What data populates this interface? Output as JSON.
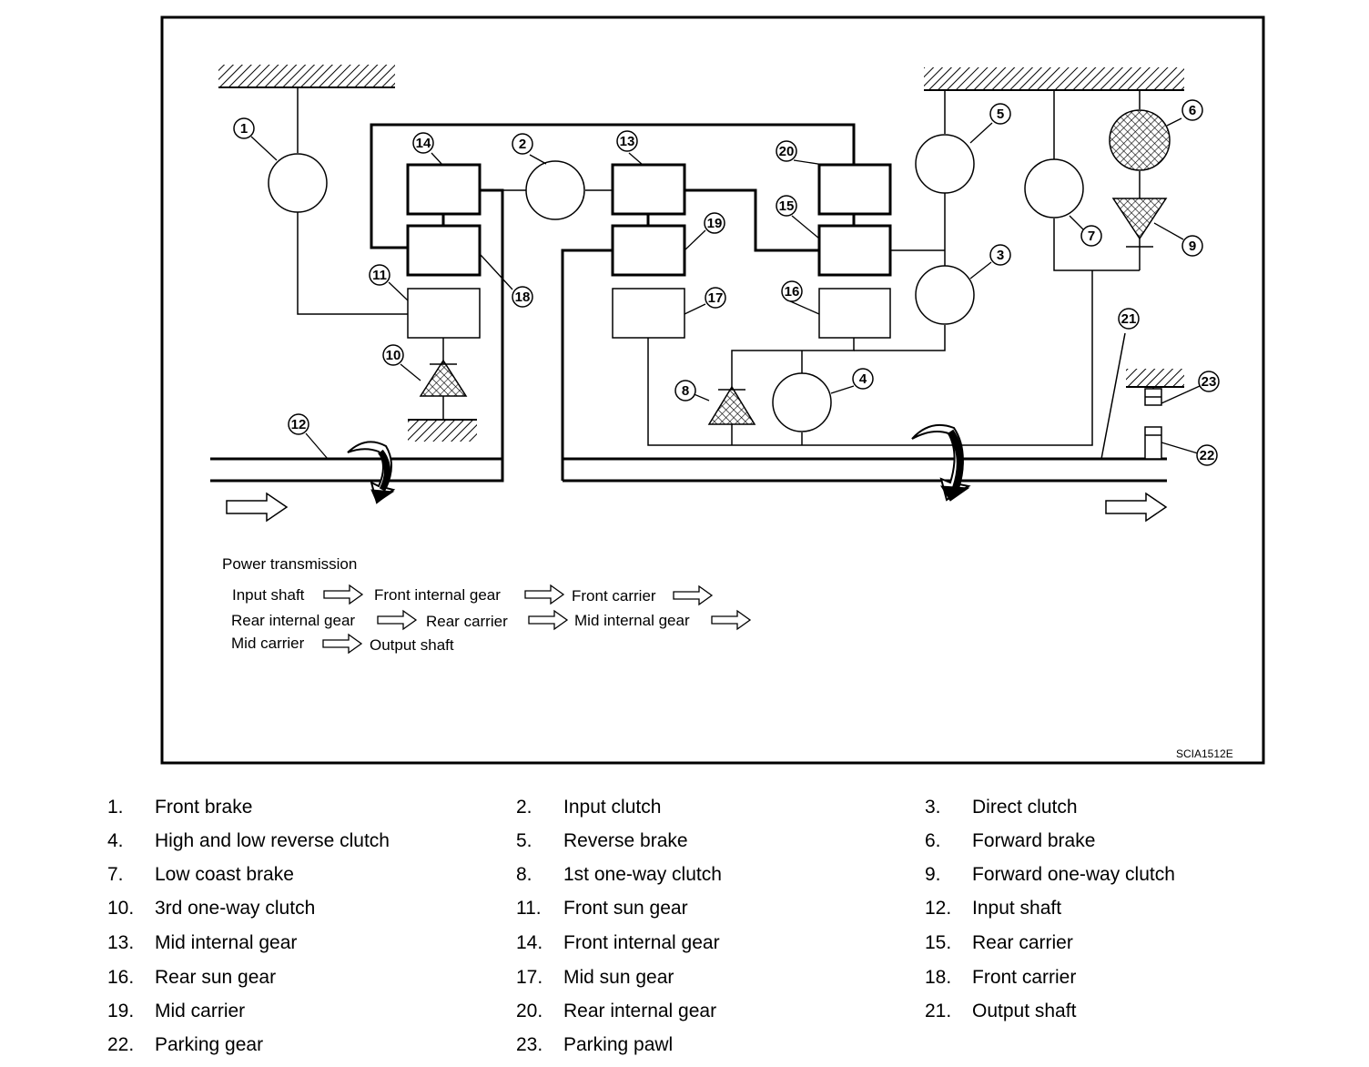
{
  "diagram": {
    "callouts": [
      "1",
      "2",
      "3",
      "4",
      "5",
      "6",
      "7",
      "8",
      "9",
      "10",
      "11",
      "12",
      "13",
      "14",
      "15",
      "16",
      "17",
      "18",
      "19",
      "20",
      "21",
      "22",
      "23"
    ],
    "figure_code": "SCIA1512E",
    "power": {
      "title": "Power transmission",
      "row1": [
        "Input shaft",
        "Front internal gear",
        "Front carrier"
      ],
      "row2": [
        "Rear internal gear",
        "Rear carrier",
        "Mid internal gear"
      ],
      "row3": [
        "Mid carrier",
        "Output shaft"
      ]
    }
  },
  "legend": [
    {
      "num": "1.",
      "text": "Front brake"
    },
    {
      "num": "2.",
      "text": "Input clutch"
    },
    {
      "num": "3.",
      "text": "Direct clutch"
    },
    {
      "num": "4.",
      "text": "High and low reverse clutch"
    },
    {
      "num": "5.",
      "text": "Reverse brake"
    },
    {
      "num": "6.",
      "text": "Forward brake"
    },
    {
      "num": "7.",
      "text": "Low coast brake"
    },
    {
      "num": "8.",
      "text": "1st one-way clutch"
    },
    {
      "num": "9.",
      "text": "Forward one-way clutch"
    },
    {
      "num": "10.",
      "text": "3rd one-way clutch"
    },
    {
      "num": "11.",
      "text": "Front sun gear"
    },
    {
      "num": "12.",
      "text": "Input shaft"
    },
    {
      "num": "13.",
      "text": "Mid internal gear"
    },
    {
      "num": "14.",
      "text": "Front internal gear"
    },
    {
      "num": "15.",
      "text": "Rear carrier"
    },
    {
      "num": "16.",
      "text": "Rear sun gear"
    },
    {
      "num": "17.",
      "text": "Mid sun gear"
    },
    {
      "num": "18.",
      "text": "Front carrier"
    },
    {
      "num": "19.",
      "text": "Mid carrier"
    },
    {
      "num": "20.",
      "text": "Rear internal gear"
    },
    {
      "num": "21.",
      "text": "Output shaft"
    },
    {
      "num": "22.",
      "text": "Parking gear"
    },
    {
      "num": "23.",
      "text": "Parking pawl"
    }
  ]
}
